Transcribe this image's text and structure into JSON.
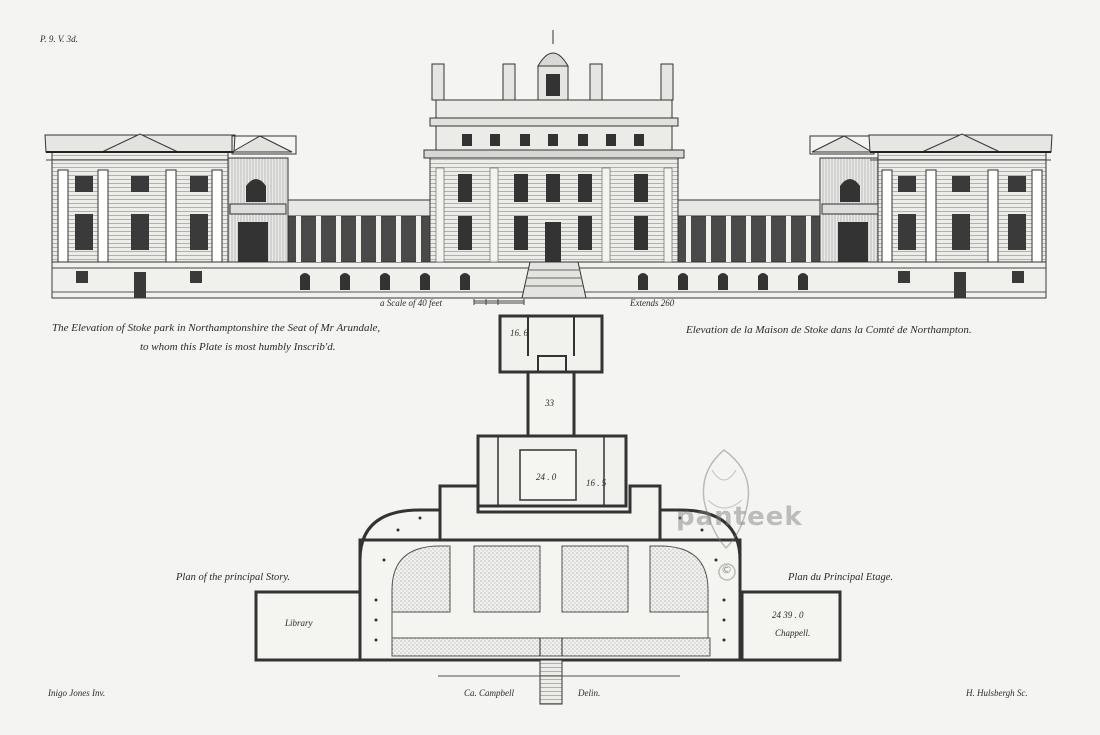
{
  "plate": {
    "ref": "P. 9. V. 3d.",
    "title_en": "The Elevation of Stoke park in Northamptonshire the Seat of Mr Arundale,",
    "title_en_line2": "to whom this Plate is most humbly Inscrib'd.",
    "title_fr": "Elevation de la Maison de Stoke dans la Comté de Northampton.",
    "scale": "a Scale of 40 feet",
    "extends": "Extends 260"
  },
  "plan": {
    "label_en": "Plan of the principal Story.",
    "label_fr": "Plan du Principal Etage.",
    "library": "Library",
    "chappell": "Chappell.",
    "chappell_dims": "24  39 . 0",
    "room_top": "16. 6",
    "corridor": "33",
    "hall_left": "24 . 0",
    "hall_right": "16 . 5"
  },
  "credits": {
    "inventor": "Inigo Jones Inv.",
    "delineator": "Ca. Campbell",
    "delin": "Delin.",
    "engraver": "H. Hulsbergh Sc."
  },
  "watermark": {
    "text": "panteek",
    "mark": "©"
  }
}
